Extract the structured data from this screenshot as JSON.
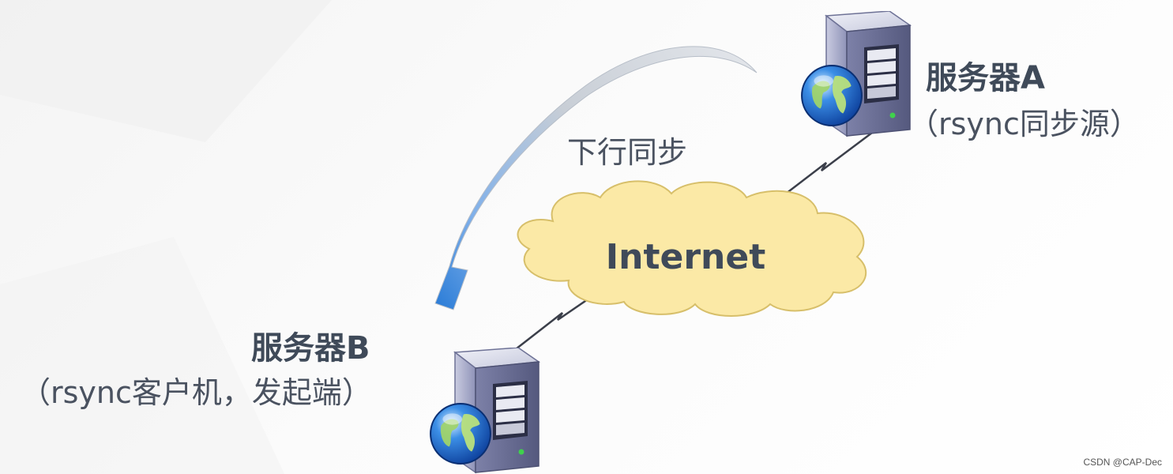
{
  "server_a": {
    "name": "服务器A",
    "role": "（rsync同步源）"
  },
  "server_b": {
    "name": "服务器B",
    "role": "（rsync客户机，发起端）"
  },
  "cloud": {
    "label": "Internet"
  },
  "arrow": {
    "label": "下行同步"
  },
  "watermark": "CSDN @CAP-Dec",
  "colors": {
    "cloud_fill": "#fbe9a6",
    "cloud_stroke": "#d7bf6a",
    "label": "#3f4a59",
    "arrow_light": "#d8dde4",
    "arrow_dark": "#2f7fd8",
    "link": "#3b3f4a"
  },
  "icons": [
    "server-icon",
    "globe-icon",
    "cloud-shape",
    "lightning-link",
    "curved-arrow"
  ]
}
